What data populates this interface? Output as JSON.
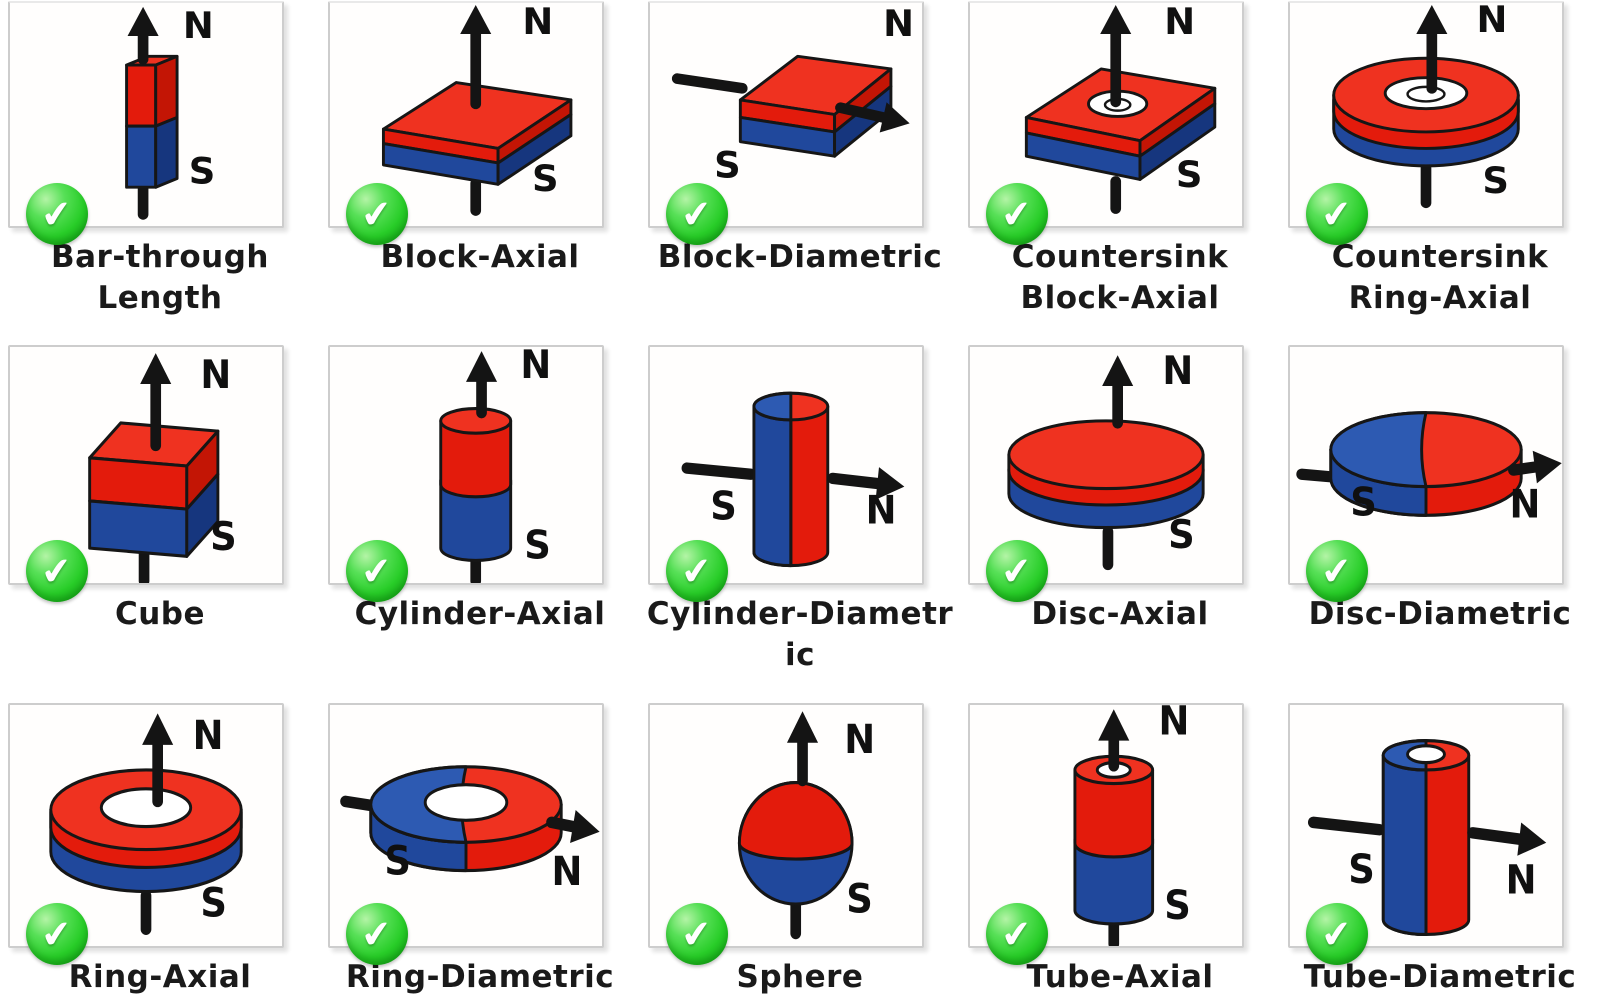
{
  "page": {
    "title": "Magnet magnetization direction options",
    "background": "#ffffff"
  },
  "colors": {
    "red": "#e31b0c",
    "red_light": "#ef3220",
    "red_dark": "#c31505",
    "blue": "#20489c",
    "blue_top": "#2d5ab2",
    "blue_dark": "#16367e",
    "outline": "#161616",
    "arrow": "#141414",
    "check_green": "#28cd28",
    "card_border": "#cdcdcd",
    "caption_color": "#1a1a1a",
    "hole_white": "#ffffff"
  },
  "badge": {
    "symbol": "✔",
    "meaning": "available-checked"
  },
  "cells": [
    {
      "name": "bar-through-length",
      "shape": "bar",
      "magnetization": "through-length",
      "caption": "Bar-through Length",
      "caption_lines": [
        "Bar-through",
        "Length"
      ],
      "north": "N",
      "south": "S",
      "checked": true
    },
    {
      "name": "block-axial",
      "shape": "block-axial",
      "magnetization": "axial",
      "caption": "Block-Axial",
      "caption_lines": [
        "Block-Axial"
      ],
      "north": "N",
      "south": "S",
      "checked": true
    },
    {
      "name": "block-diametric",
      "shape": "block-diametric",
      "magnetization": "diametric",
      "caption": "Block-Diametric",
      "caption_lines": [
        "Block-Diametric"
      ],
      "north": "N",
      "south": "S",
      "checked": true
    },
    {
      "name": "countersink-block-axial",
      "shape": "countersink-block",
      "magnetization": "axial",
      "caption": "Countersink Block-Axial",
      "caption_lines": [
        "Countersink",
        "Block-Axial"
      ],
      "north": "N",
      "south": "S",
      "checked": true
    },
    {
      "name": "countersink-ring-axial",
      "shape": "countersink-ring",
      "magnetization": "axial",
      "caption": "Countersink Ring-Axial",
      "caption_lines": [
        "Countersink",
        "Ring-Axial"
      ],
      "north": "N",
      "south": "S",
      "checked": true
    },
    {
      "name": "cube",
      "shape": "cube",
      "magnetization": "axial",
      "caption": "Cube",
      "caption_lines": [
        "Cube"
      ],
      "north": "N",
      "south": "S",
      "checked": true
    },
    {
      "name": "cylinder-axial",
      "shape": "cylinder-axial",
      "magnetization": "axial",
      "caption": "Cylinder-Axial",
      "caption_lines": [
        "Cylinder-Axial"
      ],
      "north": "N",
      "south": "S",
      "checked": true
    },
    {
      "name": "cylinder-diametric",
      "shape": "cylinder-diametric",
      "magnetization": "diametric",
      "caption": "Cylinder-Diametric",
      "caption_lines": [
        "Cylinder-Diametr",
        "ic"
      ],
      "north": "N",
      "south": "S",
      "checked": true
    },
    {
      "name": "disc-axial",
      "shape": "disc-axial",
      "magnetization": "axial",
      "caption": "Disc-Axial",
      "caption_lines": [
        "Disc-Axial"
      ],
      "north": "N",
      "south": "S",
      "checked": true
    },
    {
      "name": "disc-diametric",
      "shape": "disc-diametric",
      "magnetization": "diametric",
      "caption": "Disc-Diametric",
      "caption_lines": [
        "Disc-Diametric"
      ],
      "north": "N",
      "south": "S",
      "checked": true
    },
    {
      "name": "ring-axial",
      "shape": "ring-axial",
      "magnetization": "axial",
      "caption": "Ring-Axial",
      "caption_lines": [
        "Ring-Axial"
      ],
      "north": "N",
      "south": "S",
      "checked": true
    },
    {
      "name": "ring-diametric",
      "shape": "ring-diametric",
      "magnetization": "diametric",
      "caption": "Ring-Diametric",
      "caption_lines": [
        "Ring-Diametric"
      ],
      "north": "N",
      "south": "S",
      "checked": true
    },
    {
      "name": "sphere",
      "shape": "sphere",
      "magnetization": "axial",
      "caption": "Sphere",
      "caption_lines": [
        "Sphere"
      ],
      "north": "N",
      "south": "S",
      "checked": true
    },
    {
      "name": "tube-axial",
      "shape": "tube-axial",
      "magnetization": "axial",
      "caption": "Tube-Axial",
      "caption_lines": [
        "Tube-Axial"
      ],
      "north": "N",
      "south": "S",
      "checked": true
    },
    {
      "name": "tube-diametric",
      "shape": "tube-diametric",
      "magnetization": "diametric",
      "caption": "Tube-Diametric",
      "caption_lines": [
        "Tube-Diametric"
      ],
      "north": "N",
      "south": "S",
      "checked": true
    }
  ]
}
